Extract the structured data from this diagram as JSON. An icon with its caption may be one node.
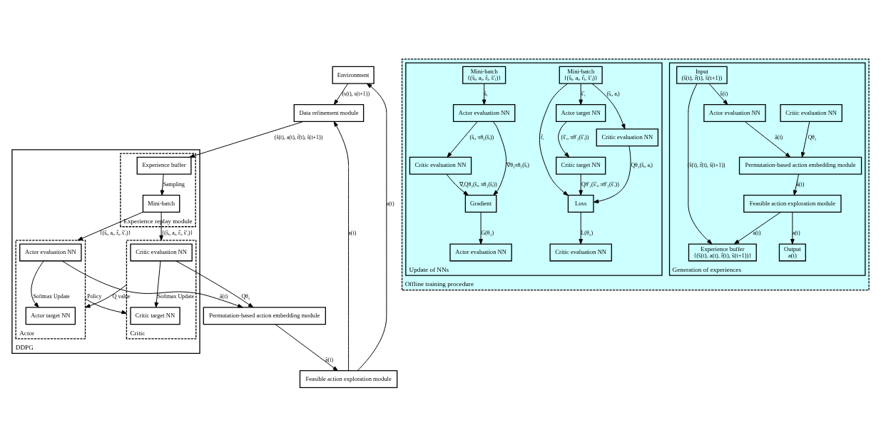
{
  "diagram": {
    "nodes": [
      {
        "text": [
          "Environment"
        ]
      },
      {
        "text": [
          "Feasible action exploration module"
        ]
      },
      {
        "text": [
          "Data refinement module"
        ]
      },
      {
        "text": [
          "Permutation-based action embedding module"
        ]
      },
      {
        "text": [
          "DDPG"
        ]
      },
      {
        "text": [
          "Actor"
        ],
        "in": 4
      },
      {
        "text": [
          "Actor evaluation NN"
        ],
        "in": 5
      },
      {
        "text": [
          "Actor target NN"
        ],
        "in": 5
      },
      {
        "text": [
          "Critic"
        ],
        "in": 4
      },
      {
        "text": [
          "Critic evaluation NN"
        ],
        "in": 8
      },
      {
        "text": [
          "Critic target NN"
        ],
        "in": 8
      },
      {
        "text": [
          "Experience replay module"
        ],
        "in": 4
      },
      {
        "text": [
          "Experience buffer"
        ],
        "in": 11
      },
      {
        "text": [
          "Mini-batch"
        ],
        "in": 11
      },
      {
        "text": [
          "Offline training procedure"
        ]
      },
      {
        "text": [
          "Generation of experiences"
        ],
        "in": 14
      },
      {
        "text": [
          "Input",
          "(ŝ(t), r̂(t), ŝ(t+1))"
        ],
        "in": 15
      },
      {
        "text": [
          "Experience buffer",
          "{(ŝ(t), a(t), r̂(t), ŝ(t+1))}"
        ],
        "in": 15
      },
      {
        "text": [
          "Actor evaluation NN"
        ],
        "in": 15
      },
      {
        "text": [
          "Permutation-based action embedding module"
        ],
        "in": 15
      },
      {
        "text": [
          "Feasible action exploration module"
        ],
        "in": 15
      },
      {
        "text": [
          "Critic evaluation NN"
        ],
        "in": 15
      },
      {
        "text": [
          "Output",
          "a(t)"
        ],
        "in": 15
      },
      {
        "text": [
          "Update of NNs"
        ],
        "in": 14
      },
      {
        "text": [
          "Mini-batch",
          "{(ŝᵢ, aᵢ, r̂ᵢ, ŝ′ᵢ)}"
        ],
        "in": 23
      },
      {
        "text": [
          "Actor target NN"
        ],
        "in": 23
      },
      {
        "text": [
          "Critic evaluation NN"
        ],
        "in": 23
      },
      {
        "text": [
          "Critic target NN"
        ],
        "in": 23
      },
      {
        "text": [
          "Loss"
        ],
        "in": 23
      },
      {
        "text": [
          "Critic evaluation NN"
        ],
        "in": 23
      },
      {
        "text": [
          "Mini-batch",
          "{(ŝᵢ, aᵢ, r̂ᵢ, ŝ′ᵢ)}"
        ],
        "in": 23
      },
      {
        "text": [
          "Actor evaluation NN"
        ],
        "in": 23
      },
      {
        "text": [
          "Critic evaluation NN"
        ],
        "in": 23
      },
      {
        "text": [
          "Gradient"
        ],
        "in": 23
      },
      {
        "text": [
          "Actor evaluation NN"
        ],
        "in": 23
      }
    ],
    "edges": [
      {
        "from": 1,
        "to": 0,
        "arrow": "to",
        "label": "a(t)"
      },
      {
        "from": 0,
        "to": 2,
        "arrow": "to",
        "label": "(s(t), s(t+1))"
      },
      {
        "from": 1,
        "to": 2,
        "arrow": "to",
        "label": "a(t)"
      },
      {
        "from": 3,
        "to": 1,
        "arrow": "to",
        "label": "ā(t)"
      },
      {
        "from": 6,
        "to": 3,
        "arrow": "to",
        "label": "â(t)"
      },
      {
        "from": 9,
        "to": 3,
        "arrow": "to",
        "label": "Qθ₂"
      },
      {
        "from": 2,
        "to": 12,
        "arrow": "to",
        "label": "(ŝ(t), a(t), r̂(t), ŝ(t+1))"
      },
      {
        "from": 8,
        "to": 5,
        "arrow": "to",
        "label": "Q value"
      },
      {
        "from": 6,
        "to": 7,
        "arrow": "to",
        "label": "Softmax Update"
      },
      {
        "from": 5,
        "to": 8,
        "arrow": "to",
        "label": "Policy"
      },
      {
        "from": 9,
        "to": 10,
        "arrow": "to",
        "label": "Softmax Update"
      },
      {
        "from": 12,
        "to": 13,
        "arrow": "to",
        "label": "Sampling"
      },
      {
        "from": 13,
        "to": 5,
        "arrow": "to",
        "label": "{(ŝᵢ, aᵢ, r̂ᵢ, ŝ′ᵢ)}"
      },
      {
        "from": 13,
        "to": 8,
        "arrow": "to",
        "label": "{(ŝᵢ, aᵢ, r̂ᵢ, ŝ′ᵢ)}"
      },
      {
        "from": 16,
        "to": 17,
        "arrow": "to",
        "label": "(ŝ(t), r̂(t), ŝ(t+1))"
      },
      {
        "from": 16,
        "to": 18,
        "arrow": "to",
        "label": "ŝ(t)"
      },
      {
        "from": 18,
        "to": 19,
        "arrow": "to",
        "label": "â(t)"
      },
      {
        "from": 19,
        "to": 20,
        "arrow": "to",
        "label": "ā(t)"
      },
      {
        "from": 21,
        "to": 19,
        "arrow": "to",
        "label": "Qθ₂"
      },
      {
        "from": 20,
        "to": 17,
        "arrow": "to",
        "label": "a(t)"
      },
      {
        "from": 20,
        "to": 22,
        "arrow": "to",
        "label": "a(t)"
      },
      {
        "from": 24,
        "to": 25,
        "arrow": "to",
        "label": "ŝ′ᵢ"
      },
      {
        "from": 24,
        "to": 28,
        "arrow": "to",
        "label": "r̂ᵢ"
      },
      {
        "from": 24,
        "to": 26,
        "arrow": "to",
        "label": "(ŝᵢ, aᵢ)"
      },
      {
        "from": 25,
        "to": 27,
        "arrow": "to",
        "label": "(ŝ′ᵢ, πθ′₁(ŝ′ᵢ))"
      },
      {
        "from": 27,
        "to": 28,
        "arrow": "to",
        "label": "Qθ′₂(ŝ′ᵢ, πθ′₁(ŝ′ᵢ))"
      },
      {
        "from": 26,
        "to": 28,
        "arrow": "to",
        "label": "Qθ₂(ŝᵢ, aᵢ)"
      },
      {
        "from": 28,
        "to": 29,
        "arrow": "to",
        "label": "L(θ₂)"
      },
      {
        "from": 30,
        "to": 31,
        "arrow": "to",
        "label": "ŝᵢ"
      },
      {
        "from": 31,
        "to": 32,
        "arrow": "to",
        "label": "(ŝᵢ, πθ₁(ŝᵢ))"
      },
      {
        "from": 32,
        "to": 33,
        "arrow": "to",
        "label": "∇ₐQθ₂(ŝᵢ, πθ₁(ŝᵢ))"
      },
      {
        "from": 31,
        "to": 33,
        "arrow": "to",
        "label": "∇θ₁πθ₁(ŝᵢ)"
      },
      {
        "from": 33,
        "to": 34,
        "arrow": "to",
        "label": "G(θ₁)"
      }
    ]
  }
}
